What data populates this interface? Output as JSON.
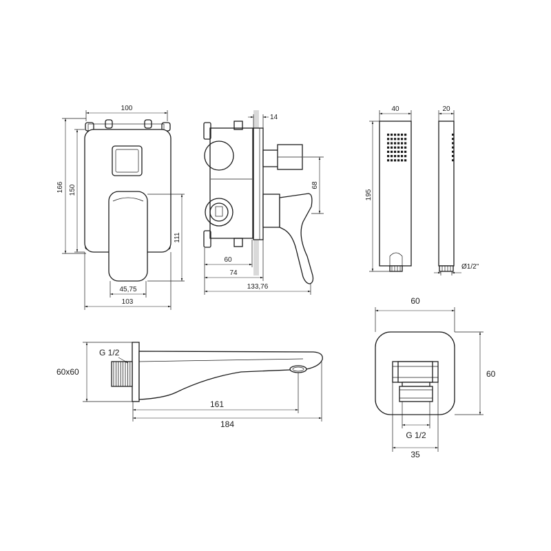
{
  "front_view": {
    "width_top": "100",
    "height_outer": "166",
    "height_plate": "150",
    "height_lever": "111",
    "lever_width": "45,75",
    "width_bottom": "103"
  },
  "side_view": {
    "flange": "14",
    "outlet_offset": "68",
    "depth_body": "60",
    "depth_box": "74",
    "depth_total": "133,76"
  },
  "hand_shower": {
    "width": "40",
    "height": "195",
    "side_width": "20",
    "thread": "Ø1/2\""
  },
  "spout": {
    "thread": "G 1/2",
    "plate": "60x60",
    "length_outlet": "161",
    "length_total": "184"
  },
  "elbow": {
    "width": "60",
    "height": "60",
    "thread": "G 1/2",
    "base": "35"
  }
}
